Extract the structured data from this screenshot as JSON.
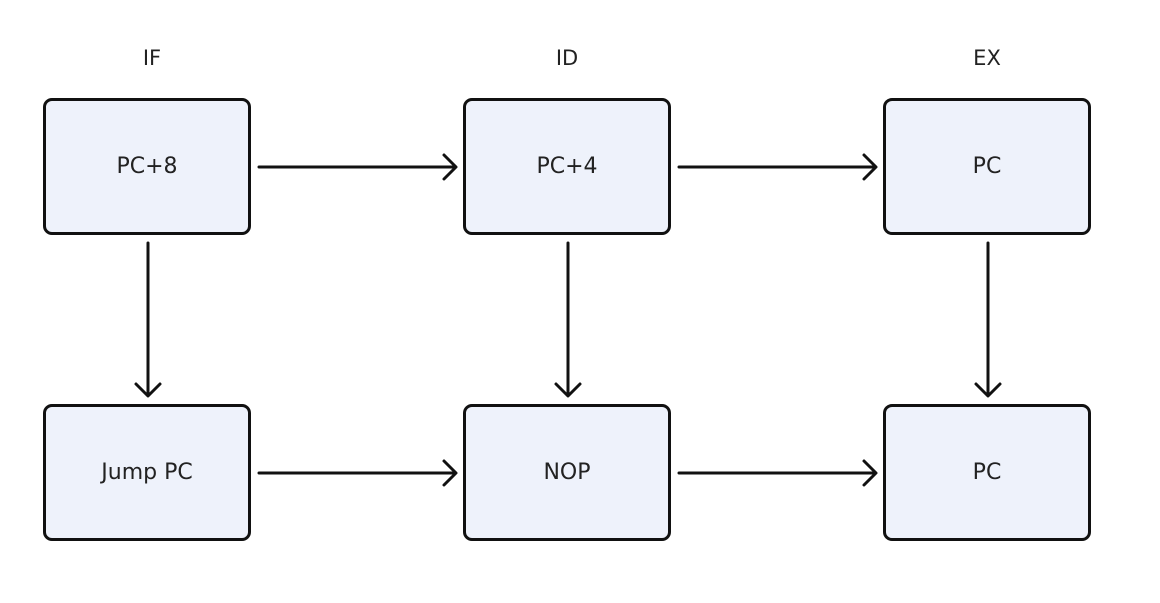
{
  "stages": [
    {
      "id": "if",
      "label": "IF"
    },
    {
      "id": "id",
      "label": "ID"
    },
    {
      "id": "ex",
      "label": "EX"
    }
  ],
  "nodes": {
    "if_top": "PC+8",
    "id_top": "PC+4",
    "ex_top": "PC",
    "if_bottom": "Jump PC",
    "id_bottom": "NOP",
    "ex_bottom": "PC"
  },
  "edges": [
    {
      "from": "if_top",
      "to": "id_top"
    },
    {
      "from": "id_top",
      "to": "ex_top"
    },
    {
      "from": "if_top",
      "to": "if_bottom"
    },
    {
      "from": "id_top",
      "to": "id_bottom"
    },
    {
      "from": "ex_top",
      "to": "ex_bottom"
    },
    {
      "from": "if_bottom",
      "to": "id_bottom"
    },
    {
      "from": "id_bottom",
      "to": "ex_bottom"
    }
  ],
  "colors": {
    "box_fill": "#eef2fb",
    "box_stroke": "#111111",
    "arrow": "#111111",
    "text": "#222222"
  }
}
